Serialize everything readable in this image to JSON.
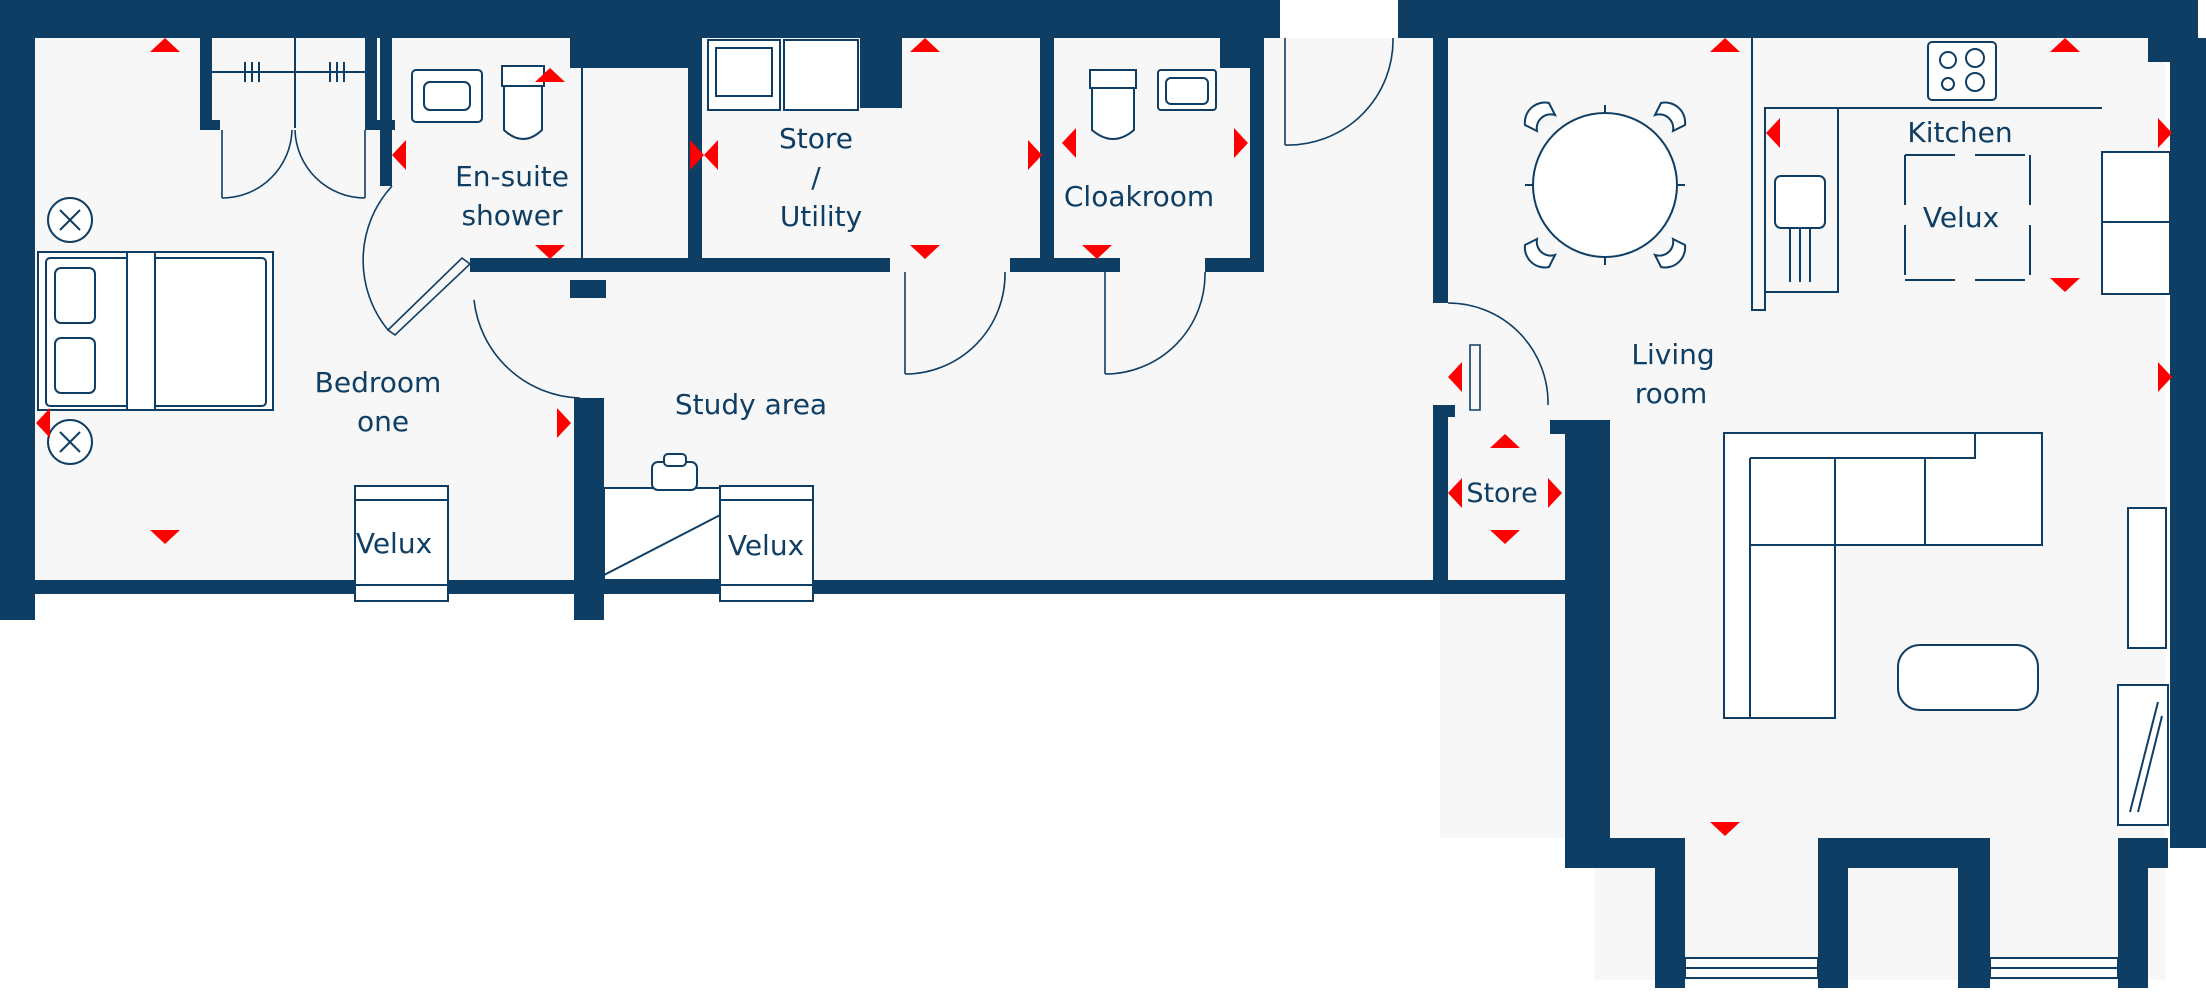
{
  "plan": {
    "rooms": {
      "bedroom_one": [
        "Bedroom",
        "one"
      ],
      "ensuite": [
        "En-suite",
        "shower"
      ],
      "store_utility": [
        "Store",
        "/",
        "Utility"
      ],
      "cloakroom": "Cloakroom",
      "study": "Study area",
      "living": [
        "Living",
        "room"
      ],
      "kitchen": "Kitchen",
      "store": "Store"
    },
    "skylights": {
      "velux_label": "Velux"
    },
    "colors": {
      "wall": "#0f3e64",
      "floor": "#f7f7f7",
      "marker": "#ff0000"
    }
  }
}
